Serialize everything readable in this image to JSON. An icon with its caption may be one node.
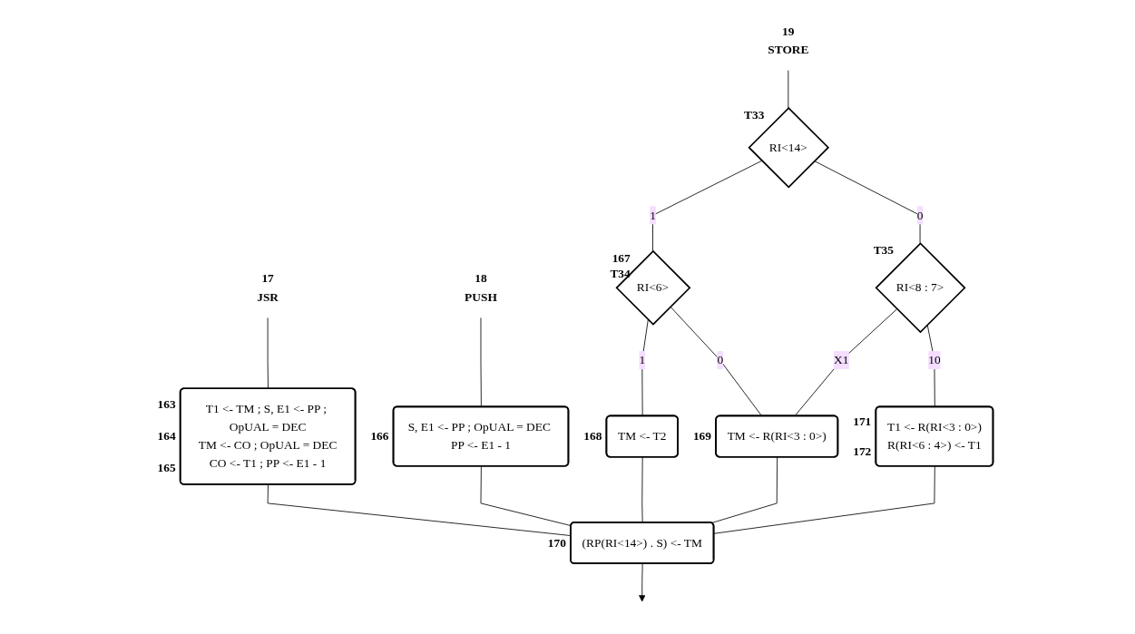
{
  "diagram": {
    "nodes": [
      {
        "text": [
          "17",
          "JSR"
        ]
      },
      {
        "text": [
          "18",
          "PUSH"
        ]
      },
      {
        "text": [
          "19",
          "STORE"
        ]
      },
      {
        "text": [
          "T1 <- TM ; S, E1 <- PP ; OpUAL = DEC",
          "TM <- CO ; OpUAL = DEC",
          "CO <- T1 ; PP <- E1 - 1"
        ],
        "beside": [
          "163",
          "164",
          "165"
        ]
      },
      {
        "text": [
          "S, E1 <- PP ; OpUAL = DEC PP <- E1 - 1"
        ],
        "beside": [
          "166"
        ]
      },
      {
        "text": [
          "RI<14>"
        ],
        "beside": [
          "T33"
        ]
      },
      {
        "text": [
          "RI<6>"
        ],
        "beside": [
          "167",
          "T34"
        ]
      },
      {
        "text": [
          "RI<8 : 7>"
        ],
        "beside": [
          "T35"
        ]
      },
      {
        "text": [
          "TM <- R(RI<3 : 0>)"
        ],
        "beside": [
          "169"
        ]
      },
      {
        "text": [
          "TM <- T2"
        ],
        "beside": [
          "168"
        ]
      },
      {
        "text": [
          "T1 <- R(RI<3 : 0>)",
          "R(RI<6 : 4>) <- T1"
        ],
        "beside": [
          "171",
          "172"
        ]
      },
      {
        "text": [
          "(RP(RI<14>) . S) <- TM"
        ],
        "beside": [
          "170"
        ]
      }
    ],
    "edges": [
      {
        "from": 0,
        "to": 3,
        "arrow": "none"
      },
      {
        "from": 1,
        "to": 4,
        "arrow": "none"
      },
      {
        "from": 2,
        "to": 5,
        "arrow": "none"
      },
      {
        "from": 5,
        "to": 6,
        "label": "1",
        "arrow": "none"
      },
      {
        "from": 5,
        "to": 7,
        "label": "0",
        "arrow": "none"
      },
      {
        "from": 6,
        "to": 9,
        "label": "1",
        "arrow": "none"
      },
      {
        "from": 6,
        "to": 8,
        "label": "0",
        "arrow": "none"
      },
      {
        "from": 7,
        "to": 8,
        "label": "X1",
        "arrow": "none"
      },
      {
        "from": 7,
        "to": 10,
        "label": "10",
        "arrow": "none"
      },
      {
        "from": 3,
        "to": 11,
        "arrow": "none"
      },
      {
        "from": 4,
        "to": 11,
        "arrow": "none"
      },
      {
        "from": 9,
        "to": 11,
        "arrow": "none"
      },
      {
        "from": 8,
        "to": 11,
        "arrow": "none"
      },
      {
        "from": 10,
        "to": 11,
        "arrow": "none"
      },
      {
        "from": 11,
        "to": null,
        "arrow": "to"
      }
    ]
  }
}
